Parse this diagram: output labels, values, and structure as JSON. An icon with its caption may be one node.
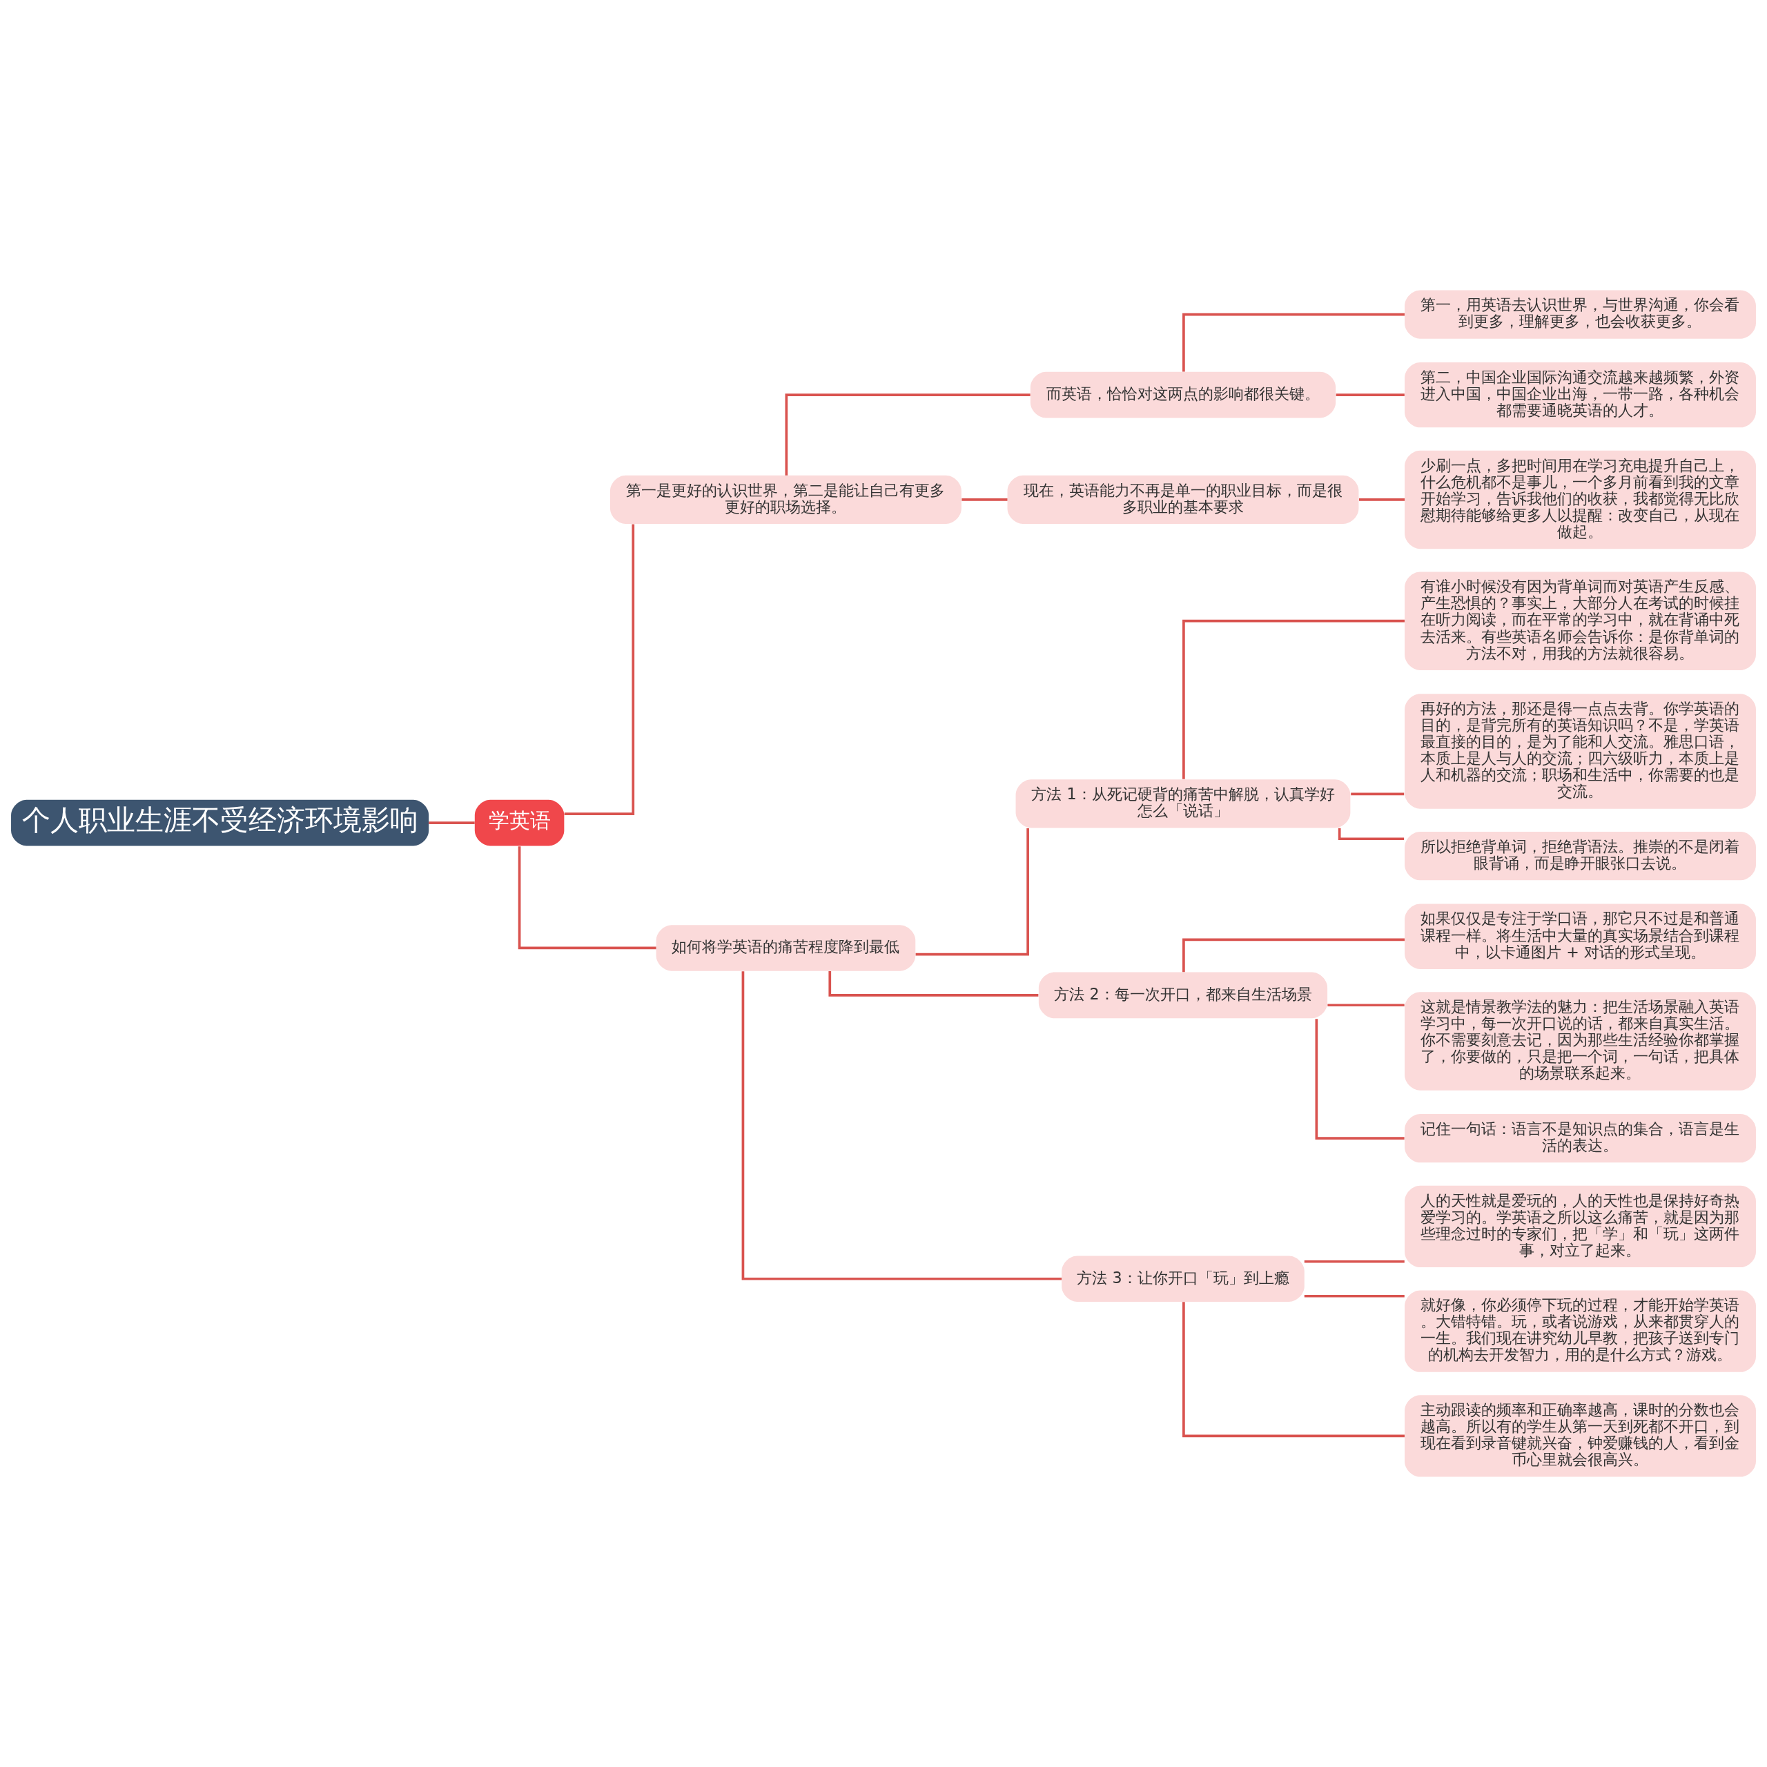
{
  "diagram": {
    "nodes": [
      {
        "text": [
          "个人职业生涯不受经济环境影响"
        ]
      },
      {
        "text": [
          "学英语"
        ]
      },
      {
        "text": [
          "第一是更好的认识世界，第二是能让自己有更多更好的职场选择。"
        ]
      },
      {
        "text": [
          "而英语，恰恰对这两点的影响都很关键。"
        ]
      },
      {
        "text": [
          "第一，用英语去认识世界，与世界沟通，你会看到更多，理解更多，也会收获更多。"
        ]
      },
      {
        "text": [
          "第二，中国企业国际沟通交流越来越频繁，外资进入中国，中国企业出海，一带一路，各种机会都需要通晓英语的人才。"
        ]
      },
      {
        "text": [
          "现在，英语能力不再是单一的职业目标，而是很多职业的基本要求"
        ]
      },
      {
        "text": [
          "少刷一点，多把时间用在学习充电提升自己上，什么危机都不是事儿，一个多月前看到我的文章开始学习，告诉我他们的收获，我都觉得无比欣慰期待能够给更多人以提醒：改变自己，从现在做起。"
        ]
      },
      {
        "text": [
          "如何将学英语的痛苦程度降到最低"
        ]
      },
      {
        "text": [
          "方法 1：从死记硬背的痛苦中解脱，认真学好怎么「说话」"
        ]
      },
      {
        "text": [
          "有谁小时候没有因为背单词而对英语产生反感、产生恐惧的？事实上，大部分人在考试的时候挂在听力阅读，而在平常的学习中，就在背诵中死去活来。有些英语名师会告诉你：是你背单词的方法不对，用我的方法就很容易。"
        ]
      },
      {
        "text": [
          "再好的方法，那还是得一点点去背。你学英语的目的，是背完所有的英语知识吗？不是，学英语最直接的目的，是为了能和人交流。雅思口语，本质上是人与人的交流；四六级听力，本质上是人和机器的交流；职场和生活中，你需要的也是交流。"
        ]
      },
      {
        "text": [
          "所以拒绝背单词，拒绝背语法。推崇的不是闭着眼背诵，而是睁开眼张口去说。"
        ]
      },
      {
        "text": [
          "方法 2：每一次开口，都来自生活场景"
        ]
      },
      {
        "text": [
          "如果仅仅是专注于学口语，那它只不过是和普通课程一样。将生活中大量的真实场景结合到课程中，以卡通图片 + 对话的形式呈现。"
        ]
      },
      {
        "text": [
          "这就是情景教学法的魅力：把生活场景融入英语学习中，每一次开口说的话，都来自真实生活。你不需要刻意去记，因为那些生活经验你都掌握了，你要做的，只是把一个词，一句话，把具体的场景联系起来。"
        ]
      },
      {
        "text": [
          "记住一句话：语言不是知识点的集合，语言是生活的表达。"
        ]
      },
      {
        "text": [
          "方法 3：让你开口「玩」到上瘾"
        ]
      },
      {
        "text": [
          "人的天性就是爱玩的，人的天性也是保持好奇热爱学习的。学英语之所以这么痛苦，就是因为那些理念过时的专家们，把「学」和「玩」这两件事，对立了起来。"
        ]
      },
      {
        "text": [
          "就好像，你必须停下玩的过程，才能开始学英语。大错特错。玩，或者说游戏，从来都贯穿人的一生。我们现在讲究幼儿早教，把孩子送到专门的机构去开发智力，用的是什么方式？游戏。"
        ]
      },
      {
        "text": [
          "主动跟读的频率和正确率越高，课时的分数也会越高。所以有的学生从第一天到死都不开口，到现在看到录音键就兴奋，钟爱赚钱的人，看到金币心里就会很高兴。"
        ]
      }
    ],
    "edges": [
      {
        "from": 0,
        "to": 1,
        "arrow": "none"
      },
      {
        "from": 1,
        "to": 2,
        "arrow": "none"
      },
      {
        "from": 2,
        "to": 3,
        "arrow": "none"
      },
      {
        "from": 3,
        "to": 4,
        "arrow": "none"
      },
      {
        "from": 3,
        "to": 5,
        "arrow": "none"
      },
      {
        "from": 2,
        "to": 6,
        "arrow": "none"
      },
      {
        "from": 6,
        "to": 7,
        "arrow": "none"
      },
      {
        "from": 1,
        "to": 8,
        "arrow": "none"
      },
      {
        "from": 8,
        "to": 9,
        "arrow": "none"
      },
      {
        "from": 9,
        "to": 10,
        "arrow": "none"
      },
      {
        "from": 9,
        "to": 11,
        "arrow": "none"
      },
      {
        "from": 9,
        "to": 12,
        "arrow": "none"
      },
      {
        "from": 8,
        "to": 13,
        "arrow": "none"
      },
      {
        "from": 13,
        "to": 14,
        "arrow": "none"
      },
      {
        "from": 13,
        "to": 15,
        "arrow": "none"
      },
      {
        "from": 13,
        "to": 16,
        "arrow": "none"
      },
      {
        "from": 8,
        "to": 17,
        "arrow": "none"
      },
      {
        "from": 17,
        "to": 18,
        "arrow": "none"
      },
      {
        "from": 17,
        "to": 19,
        "arrow": "none"
      },
      {
        "from": 17,
        "to": 20,
        "arrow": "none"
      }
    ]
  }
}
